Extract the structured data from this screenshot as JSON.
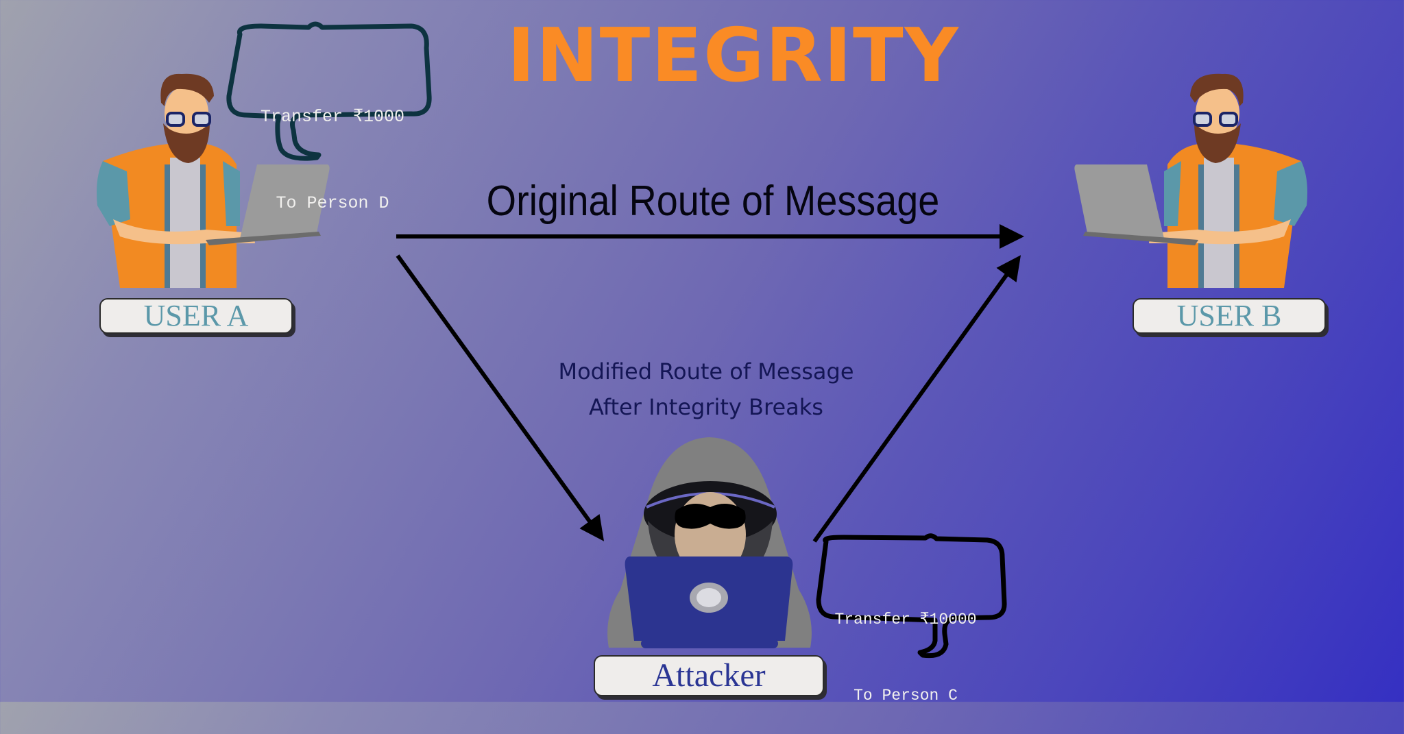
{
  "title": "INTEGRITY",
  "colors": {
    "title": "#fa8b25",
    "bg_left": "#a0a2ae",
    "bg_right": "#3530c2",
    "arrow": "#000000",
    "label_user": "#5b98a9",
    "label_attacker": "#2a3594",
    "tag_bg": "#efedeb"
  },
  "routes": {
    "original_label": "Original Route of Message",
    "modified_label_line1": "Modified Route of Message",
    "modified_label_line2": "After Integrity Breaks"
  },
  "nodes": {
    "user_a": {
      "label": "USER A",
      "icon": "man-with-laptop-icon"
    },
    "user_b": {
      "label": "USER B",
      "icon": "man-with-laptop-icon"
    },
    "attacker": {
      "label": "Attacker",
      "icon": "hooded-hacker-icon"
    }
  },
  "messages": {
    "user_a_bubble_line1": "Transfer ₹1000",
    "user_a_bubble_line2": "To Person D",
    "attacker_bubble_line1": "Transfer ₹10000",
    "attacker_bubble_line2": "To Person C"
  },
  "arrows": [
    {
      "from": "user_a",
      "to": "user_b",
      "label": "Original Route of Message"
    },
    {
      "from": "user_a",
      "to": "attacker",
      "label": ""
    },
    {
      "from": "attacker",
      "to": "user_b",
      "label": ""
    }
  ]
}
